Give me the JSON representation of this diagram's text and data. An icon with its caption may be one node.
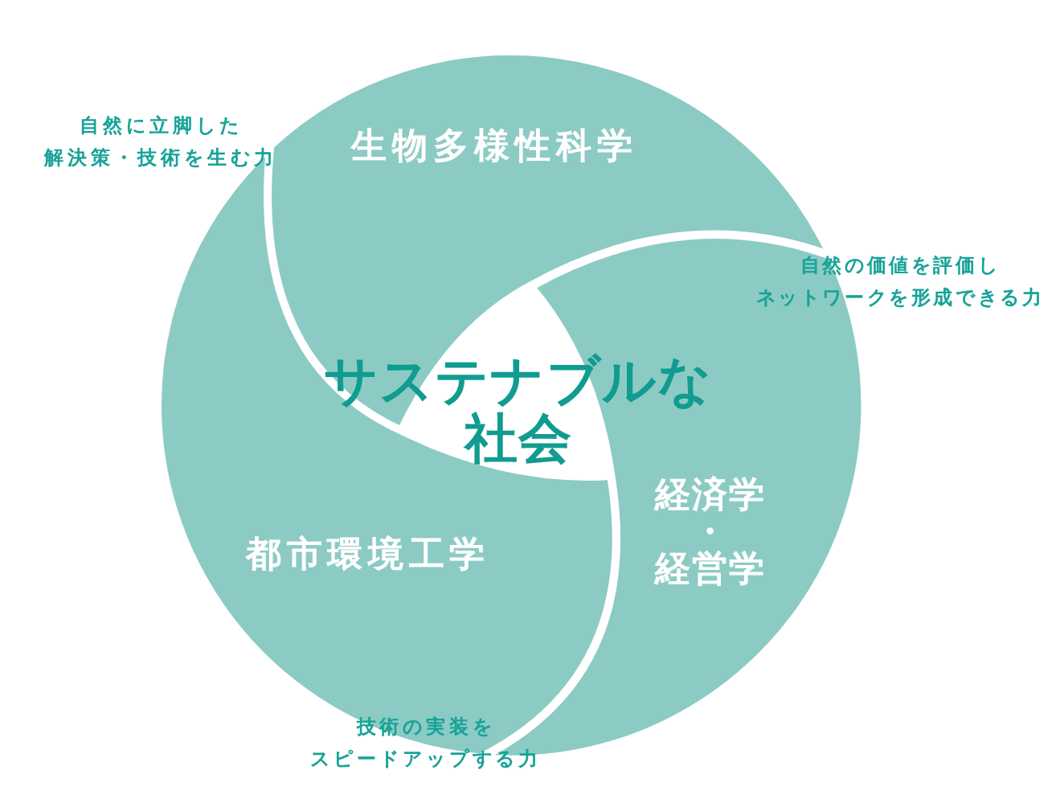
{
  "diagram": {
    "nodes": [
      {
        "text": [
          "生物多様性科学"
        ]
      },
      {
        "text": [
          "サステナブルな社会"
        ]
      },
      {
        "text": [
          "経済学・経営学"
        ]
      },
      {
        "text": [
          "都市環境工学"
        ]
      }
    ],
    "labels": [
      "自然に立脚した解決策・技術を生む力",
      "自然の価値を評価しネットワークを形成できる力",
      "技術の実装をスピードアップする力"
    ]
  }
}
